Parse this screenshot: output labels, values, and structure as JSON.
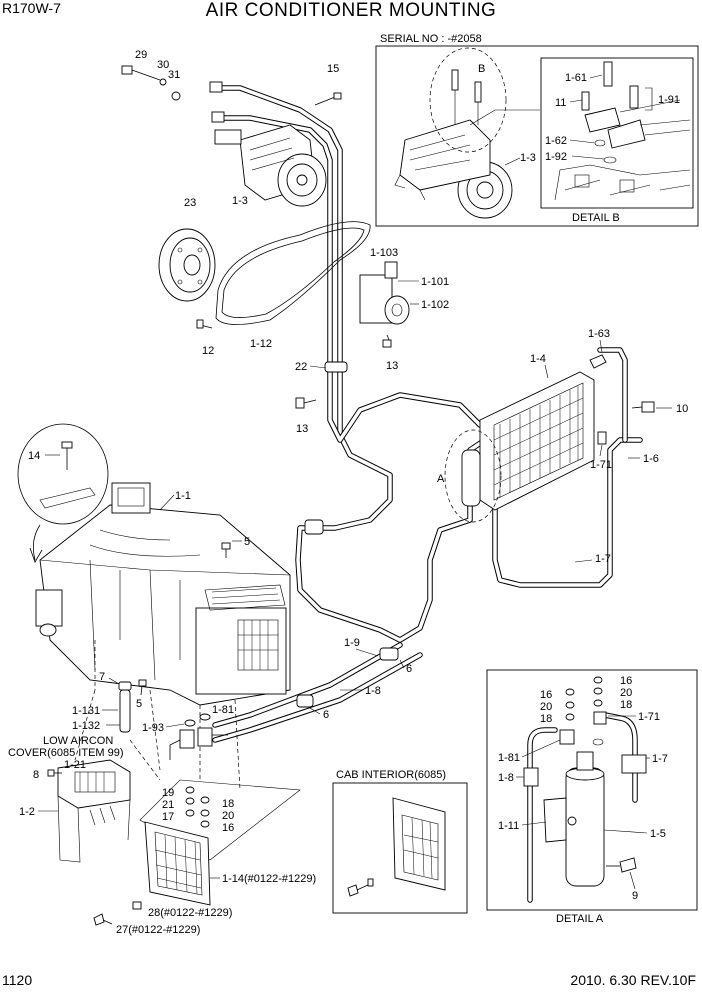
{
  "header": {
    "model": "R170W-7",
    "title": "AIR CONDITIONER MOUNTING"
  },
  "footer": {
    "page": "1120",
    "date_rev": "2010. 6.30  REV.10F"
  },
  "inset_serial": {
    "title": "SERIAL NO : -#2058",
    "marker": "B",
    "detail_title": "DETAIL B",
    "labels": [
      "1-61",
      "11",
      "1-62",
      "1-92",
      "1-91",
      "1-3"
    ]
  },
  "inset_detail_a": {
    "title": "DETAIL A",
    "labels": [
      "16",
      "20",
      "18",
      "16",
      "20",
      "18",
      "1-71",
      "1-81",
      "1-7",
      "1-8",
      "1-11",
      "1-5",
      "9"
    ]
  },
  "inset_cab": {
    "title": "CAB INTERIOR(6085)"
  },
  "note_low_aircon": {
    "line1": "LOW AIRCON",
    "line2": "COVER(6085 ITEM 99)"
  },
  "marker_a": "A",
  "callouts": {
    "c29": "29",
    "c30": "30",
    "c31": "31",
    "c15": "15",
    "c1_3": "1-3",
    "c23": "23",
    "c1_103": "1-103",
    "c1_101": "1-101",
    "c1_102": "1-102",
    "c13a": "13",
    "c12": "12",
    "c1_12": "1-12",
    "c22": "22",
    "c13b": "13",
    "c1_63": "1-63",
    "c1_4": "1-4",
    "c10": "10",
    "c1_71": "1-71",
    "c1_6": "1-6",
    "c14": "14",
    "c1_1": "1-1",
    "c5a": "5",
    "c1_7": "1-7",
    "c1_9": "1-9",
    "c6a": "6",
    "c1_8": "1-8",
    "c6b": "6",
    "c7": "7",
    "c5b": "5",
    "c1_131": "1-131",
    "c1_132": "1-132",
    "c1_93": "1-93",
    "c1_81": "1-81",
    "c8": "8",
    "c1_21": "1-21",
    "c1_2": "1-2",
    "c19": "19",
    "c21": "21",
    "c17": "17",
    "c18": "18",
    "c20": "20",
    "c16": "16",
    "c1_14": "1-14(#0122-#1229)",
    "c28": "28(#0122-#1229)",
    "c27": "27(#0122-#1229)"
  }
}
